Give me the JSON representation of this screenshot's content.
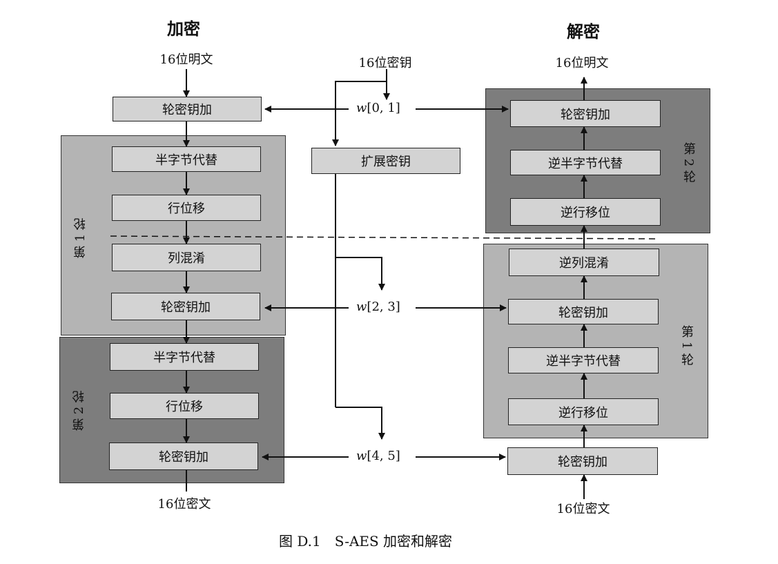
{
  "headings": {
    "encrypt": "加密",
    "decrypt": "解密"
  },
  "labels": {
    "plaintext_top_left": "16位明文",
    "ciphertext_bottom_left": "16位密文",
    "plaintext_top_right": "16位明文",
    "ciphertext_bottom_right": "16位密文",
    "key_input": "16位密钥",
    "expand_key": "扩展密钥"
  },
  "keys": {
    "k01_var": "w",
    "k01_idx": "[0, 1]",
    "k23_var": "w",
    "k23_idx": "[2, 3]",
    "k45_var": "w",
    "k45_idx": "[4, 5]"
  },
  "encrypt": {
    "add_key_0": "轮密钥加",
    "round1_label": "第 1 轮",
    "round1_steps": [
      "半字节代替",
      "行位移",
      "列混淆",
      "轮密钥加"
    ],
    "round2_label": "第 2 轮",
    "round2_steps": [
      "半字节代替",
      "行位移",
      "轮密钥加"
    ]
  },
  "decrypt": {
    "round2_label": "第 2 轮",
    "round2_steps": [
      "轮密钥加",
      "逆半字节代替",
      "逆行移位"
    ],
    "round1_label": "第 1 轮",
    "round1_steps": [
      "逆列混淆",
      "轮密钥加",
      "逆半字节代替",
      "逆行移位"
    ],
    "add_key_0": "轮密钥加"
  },
  "caption": "图 D.1　S-AES 加密和解密"
}
